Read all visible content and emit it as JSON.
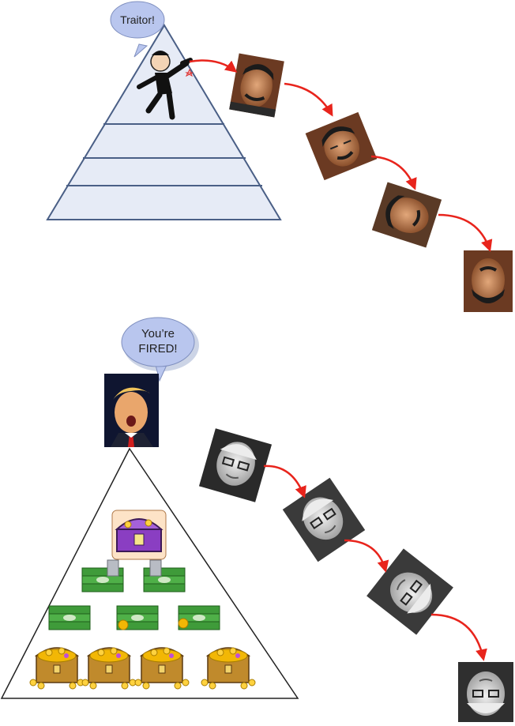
{
  "top_section": {
    "speech_bubble": {
      "text": "Traitor!"
    },
    "pyramid_levels": 4,
    "photo_chain_count": 4
  },
  "bottom_section": {
    "speech_bubble": {
      "line1": "You’re",
      "line2": "FIRED!"
    },
    "pyramid_contents": [
      "treasure-chest",
      "money-stacks",
      "money-stacks",
      "gold-chests"
    ],
    "photo_chain_count": 4
  },
  "colors": {
    "pyramid_fill": "#e6ebf6",
    "pyramid_stroke": "#4a5f86",
    "bubble_fill": "#b9c6ee",
    "arrow": "#e8241c",
    "money": "#3f9b3a",
    "gold": "#f2b705",
    "chest": "#c08a2c"
  }
}
